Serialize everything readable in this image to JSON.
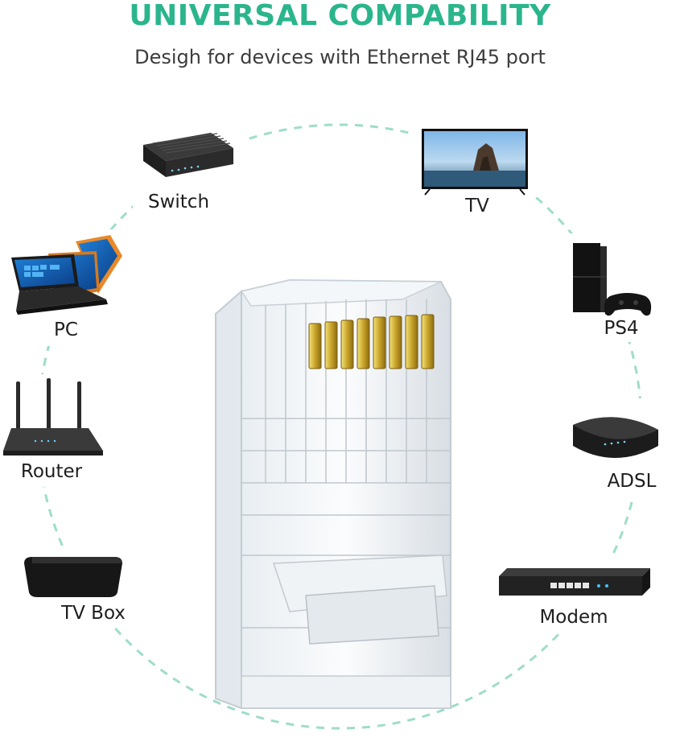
{
  "header": {
    "title": "UNIVERSAL COMPABILITY",
    "subtitle": "Desigh for devices with Ethernet RJ45 port"
  },
  "devices": [
    {
      "label": "Switch",
      "icon": "network-switch-icon"
    },
    {
      "label": "TV",
      "icon": "tv-icon"
    },
    {
      "label": "PC",
      "icon": "laptop-icon"
    },
    {
      "label": "PS4",
      "icon": "game-console-icon"
    },
    {
      "label": "Router",
      "icon": "wifi-router-icon"
    },
    {
      "label": "ADSL",
      "icon": "adsl-modem-icon"
    },
    {
      "label": "TV Box",
      "icon": "tv-box-icon"
    },
    {
      "label": "Modem",
      "icon": "rack-modem-icon"
    }
  ],
  "product": {
    "icon": "rj45-connector-icon"
  },
  "colors": {
    "accent": "#2bb58c",
    "circle": "#9fdcc9",
    "gold": "#c9a42a"
  }
}
